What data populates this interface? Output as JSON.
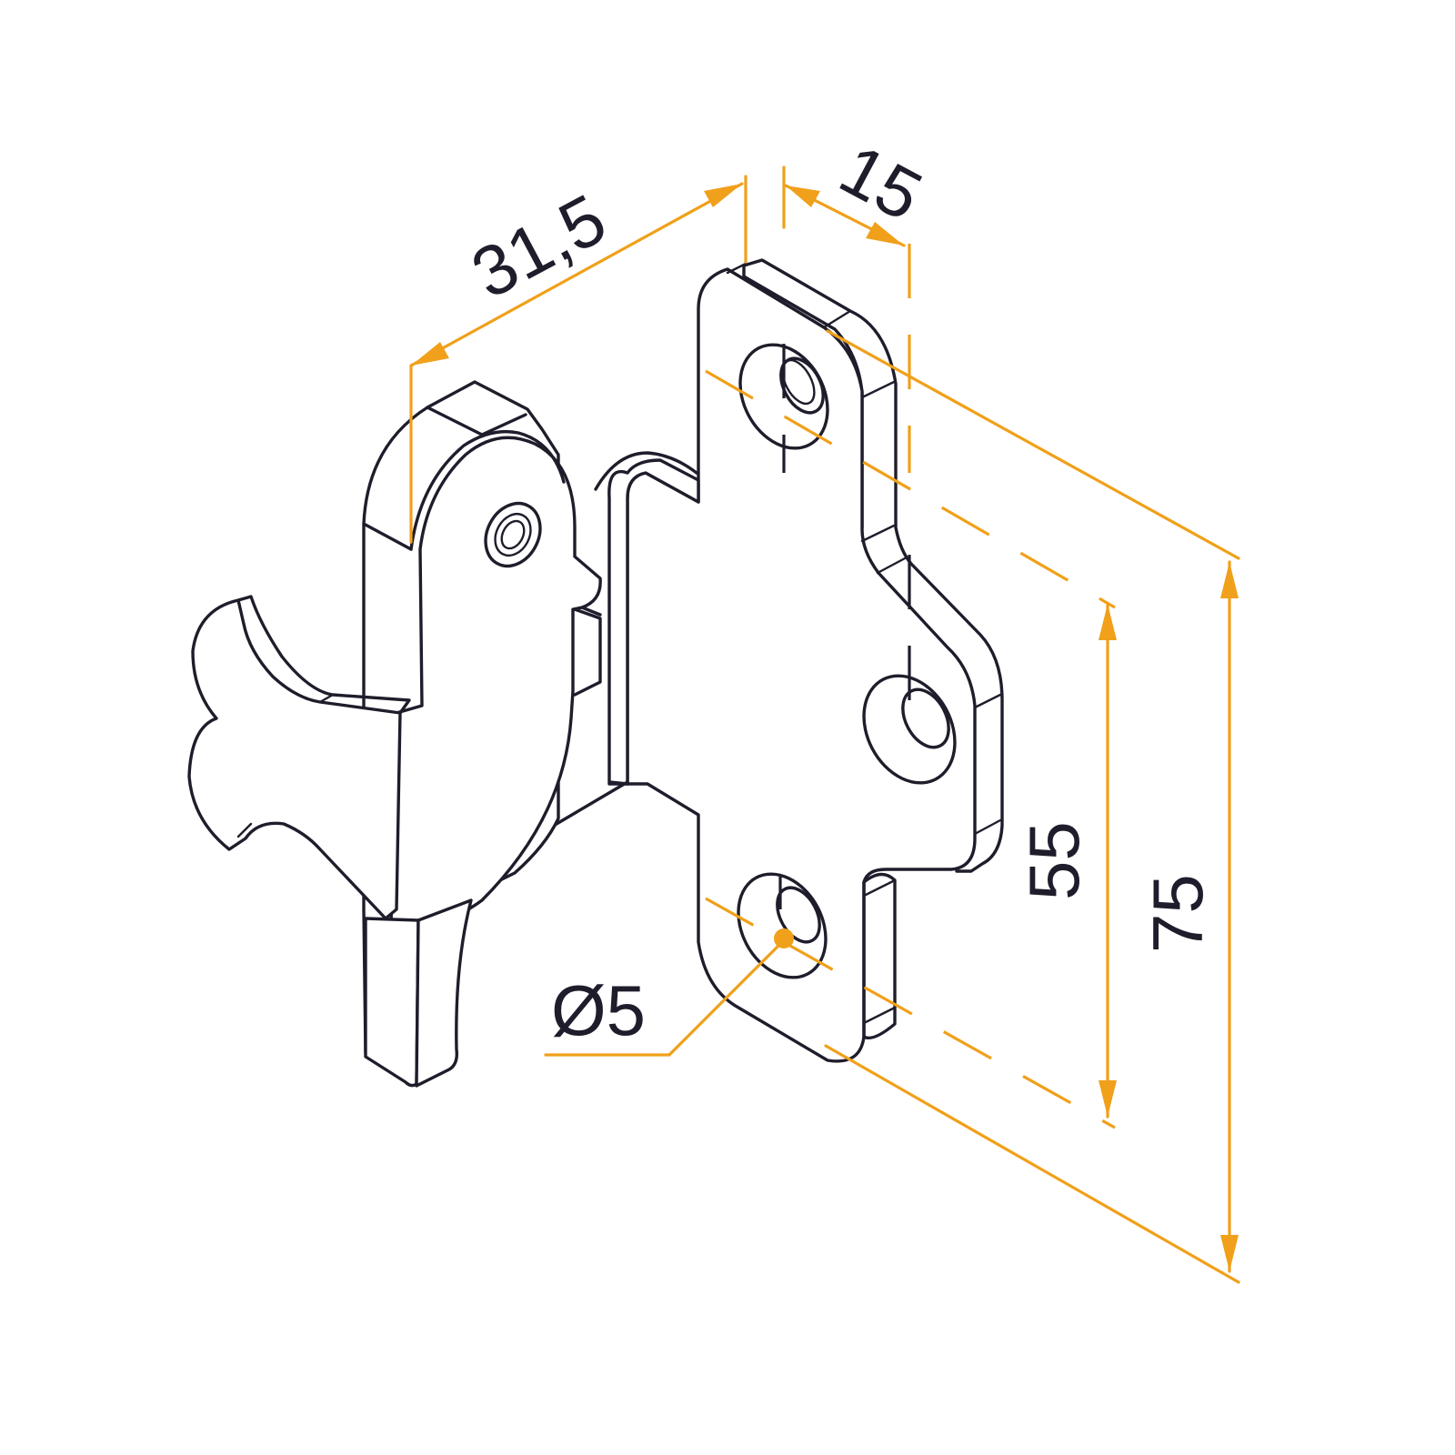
{
  "dimensions": {
    "depth": "31,5",
    "offset": "15",
    "hole_spacing": "55",
    "height": "75",
    "hole_diameter": "Ø5"
  },
  "colors": {
    "dimension_lines": "#f0a01a",
    "outline": "#1f1d2b",
    "background": "#ffffff"
  }
}
